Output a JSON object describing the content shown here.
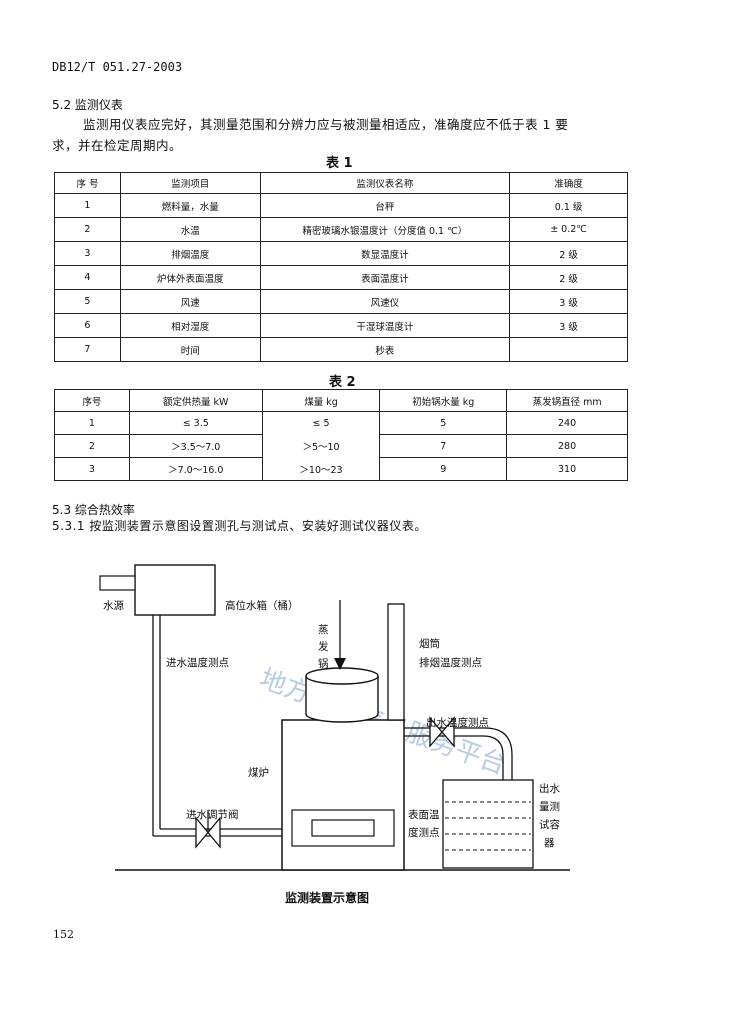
{
  "header": {
    "doc_code": "DB12/T 051.27-2003"
  },
  "s52": {
    "heading": "5.2  监测仪表",
    "para1": "监测用仪表应完好，其测量范围和分辨力应与被测量相适应，准确度应不低于表 1 要",
    "para2": "求，并在检定周期内。"
  },
  "table1": {
    "caption": "表 1",
    "headers": [
      "序 号",
      "监测项目",
      "监测仪表名称",
      "准确度"
    ],
    "rows": [
      [
        "1",
        "燃料量，水量",
        "台秤",
        "0.1 级"
      ],
      [
        "2",
        "水温",
        "精密玻璃水银温度计（分度值 0.1 ℃）",
        "± 0.2℃"
      ],
      [
        "3",
        "排烟温度",
        "数显温度计",
        "2 级"
      ],
      [
        "4",
        "炉体外表面温度",
        "表面温度计",
        "2 级"
      ],
      [
        "5",
        "风速",
        "风速仪",
        "3 级"
      ],
      [
        "6",
        "相对湿度",
        "干湿球温度计",
        "3 级"
      ],
      [
        "7",
        "时间",
        "秒表",
        ""
      ]
    ]
  },
  "table2": {
    "caption": "表 2",
    "headers": [
      "序号",
      "额定供热量 kW",
      "煤量 kg",
      "初始锅水量 kg",
      "蒸发锅直径 mm"
    ],
    "rows": [
      [
        "1",
        "≤ 3.5",
        "≤ 5",
        "5",
        "240"
      ],
      [
        "2",
        "＞3.5～7.0",
        "＞5～10",
        "7",
        "280"
      ],
      [
        "3",
        "＞7.0～16.0",
        "＞10～23",
        "9",
        "310"
      ]
    ]
  },
  "s53": {
    "heading": "5.3  综合热效率",
    "sub": "5.3.1  按监测装置示意图设置测孔与测试点、安装好测试仪器仪表。"
  },
  "diagram": {
    "water_source": "水源",
    "high_tank": "高位水箱（桶）",
    "inlet_temp": "进水温度测点",
    "inlet_valve": "进水调节阀",
    "steam_pot": [
      "蒸",
      "发",
      "锅"
    ],
    "chimney": "烟筒",
    "flue_temp": "排烟温度测点",
    "outlet_temp": "出水温度测点",
    "stove": "煤炉",
    "surface_temp": [
      "表面温",
      "度测点"
    ],
    "outlet_container": [
      "出水",
      "量测",
      "试容",
      "器"
    ],
    "caption": "监测装置示意图",
    "watermark": "地方标准信息服务平台"
  },
  "page_number": "152"
}
